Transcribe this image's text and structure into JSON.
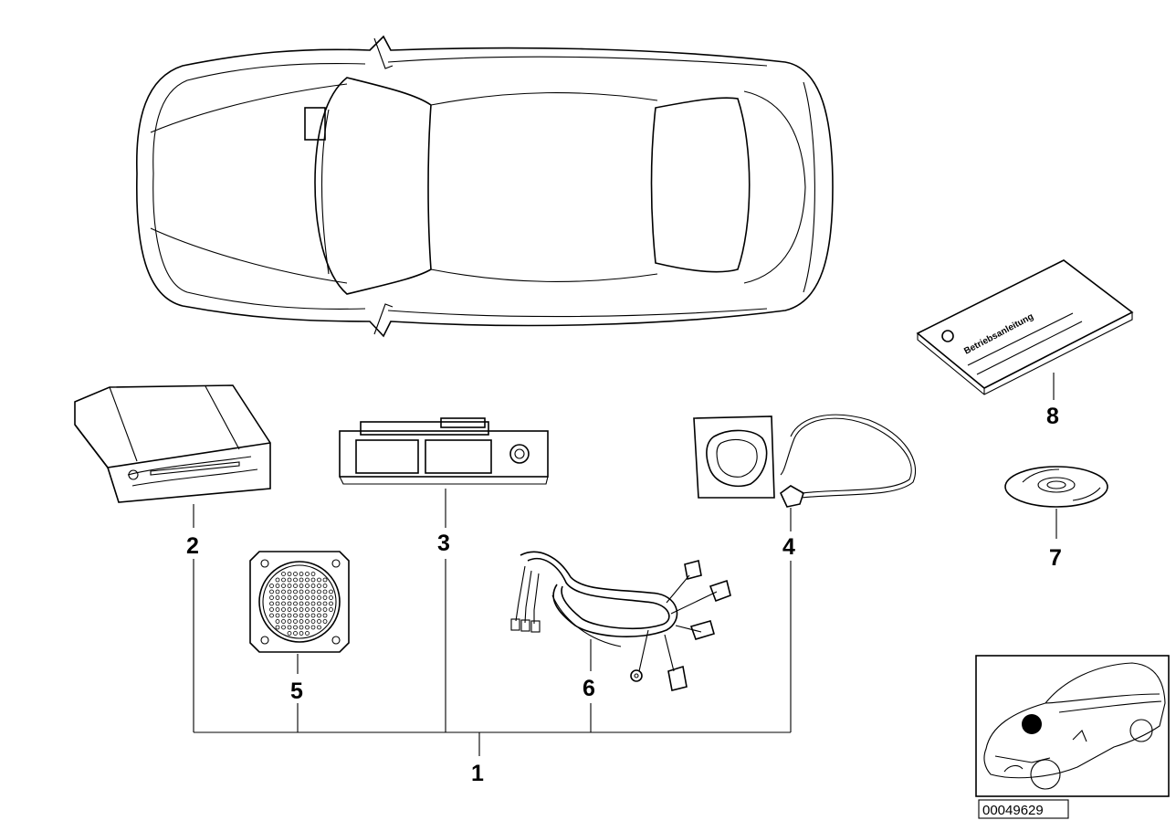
{
  "diagram": {
    "callouts": {
      "c1": "1",
      "c2": "2",
      "c3": "3",
      "c4": "4",
      "c5": "5",
      "c6": "6",
      "c7": "7",
      "c8": "8"
    },
    "manual_title": "Betriebsanleitung",
    "reference_number": "00049629"
  }
}
